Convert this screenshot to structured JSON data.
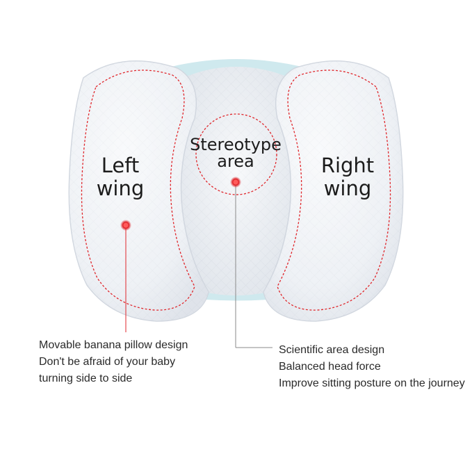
{
  "image": {
    "background": "#ffffff",
    "pillow_fabric": "#f2f4f7",
    "pillow_trim": "#bfe3ea",
    "accent_red": "#e0262b"
  },
  "labels": {
    "left_wing": [
      "Left",
      "wing"
    ],
    "center": [
      "Stereotype",
      "area"
    ],
    "right_wing": [
      "Right",
      "wing"
    ]
  },
  "captions": {
    "left": [
      "Movable banana pillow design",
      "Don't be afraid of your baby",
      "turning side to side"
    ],
    "right": [
      "Scientific area design",
      "Balanced head force",
      "Improve sitting posture on the journey"
    ]
  }
}
